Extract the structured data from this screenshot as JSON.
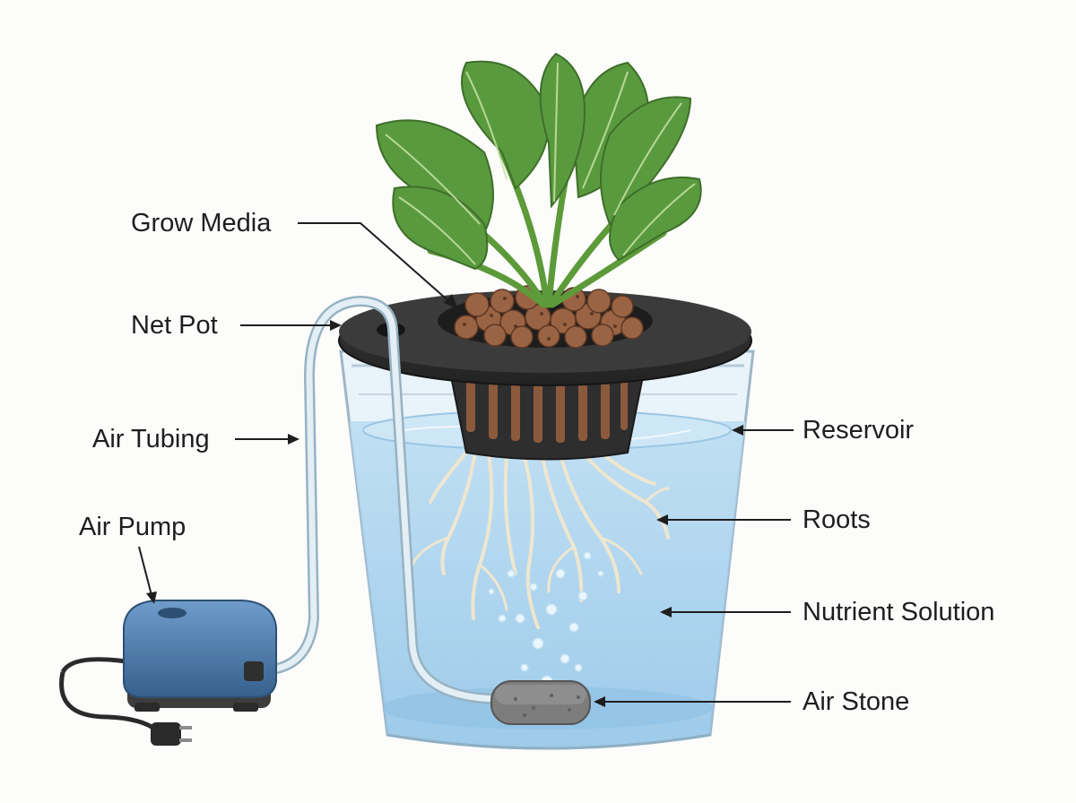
{
  "diagram": {
    "labels": {
      "grow_media": "Grow Media",
      "net_pot": "Net Pot",
      "air_tubing": "Air Tubing",
      "air_pump": "Air Pump",
      "reservoir": "Reservoir",
      "roots": "Roots",
      "nutrient_solution": "Nutrient Solution",
      "air_stone": "Air Stone"
    },
    "colors": {
      "background": "#fcfcfb",
      "water": "#a9d3ef",
      "lid": "#2d2d2d",
      "leaf": "#5a9a3e",
      "leaf_vein": "#c9e3a6",
      "clay_pebble": "#8b5a3c",
      "pump_body": "#4a78a8",
      "air_stone": "#7d7d7d",
      "roots": "#f3ecd8",
      "tubing": "#cfe2ec"
    }
  }
}
